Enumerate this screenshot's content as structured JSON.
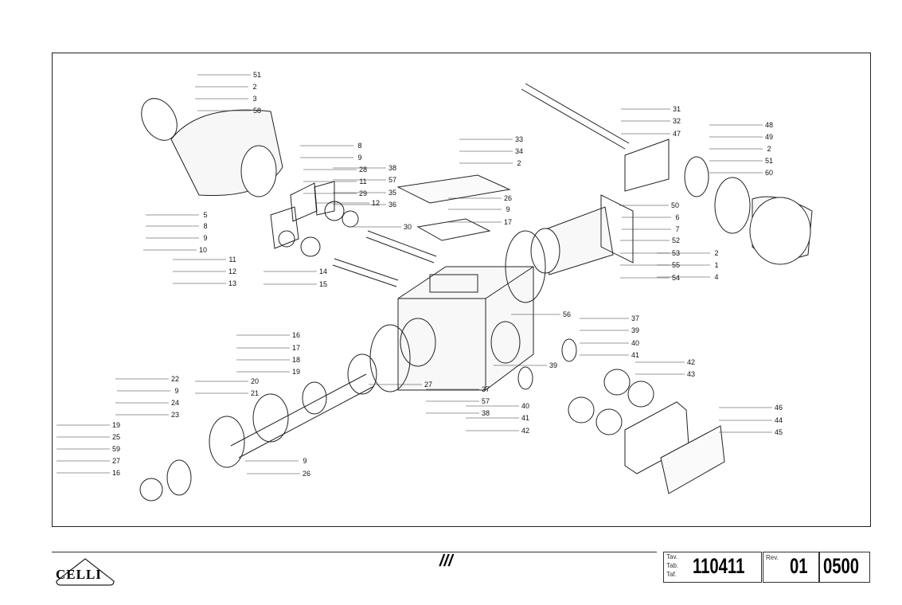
{
  "diagram": {
    "callouts": [
      "51",
      "2",
      "3",
      "58",
      "8",
      "9",
      "28",
      "11",
      "29",
      "12",
      "5",
      "8",
      "9",
      "10",
      "11",
      "12",
      "13",
      "14",
      "15",
      "30",
      "33",
      "34",
      "2",
      "38",
      "57",
      "35",
      "36",
      "26",
      "9",
      "17",
      "31",
      "32",
      "47",
      "48",
      "49",
      "2",
      "51",
      "60",
      "50",
      "6",
      "7",
      "52",
      "53",
      "55",
      "54",
      "2",
      "1",
      "4",
      "56",
      "37",
      "39",
      "40",
      "41",
      "42",
      "43",
      "16",
      "17",
      "18",
      "19",
      "27",
      "37",
      "57",
      "38",
      "39",
      "40",
      "41",
      "42",
      "22",
      "9",
      "24",
      "23",
      "20",
      "21",
      "19",
      "25",
      "59",
      "27",
      "16",
      "9",
      "26",
      "46",
      "44",
      "45"
    ]
  },
  "footer": {
    "logo": "CELLI",
    "mark": "///",
    "tav_labels": [
      "Tav.",
      "Tab.",
      "Taf."
    ],
    "table_number": "110411",
    "rev_label": "Rev.",
    "revision": "01",
    "date_code": "0500"
  }
}
